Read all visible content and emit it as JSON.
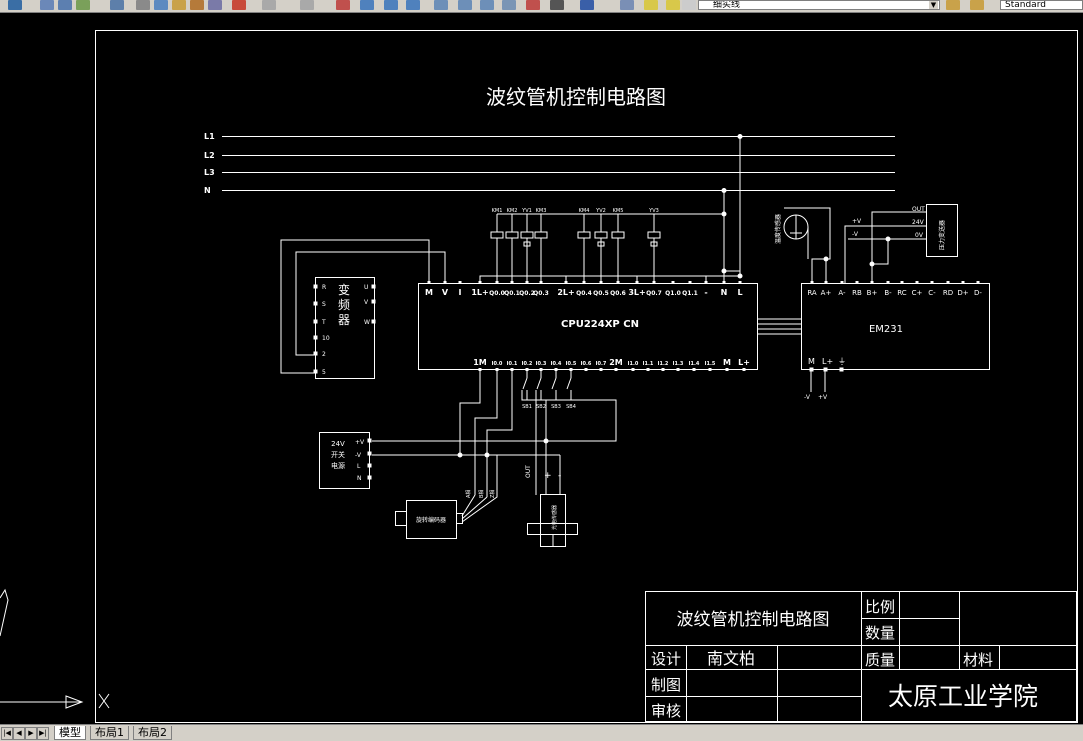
{
  "toolbar": {
    "layer_value": "细实线",
    "style_value": "Standard"
  },
  "drawing": {
    "title": "波纹管机控制电路图",
    "bus_labels": [
      "L1",
      "L2",
      "L3",
      "N"
    ],
    "vfd": {
      "name_chars": [
        "变",
        "频",
        "器"
      ],
      "left_terms": [
        "R",
        "S",
        "T",
        "10",
        "2",
        "5"
      ],
      "right_terms": [
        "U",
        "V",
        "W"
      ]
    },
    "plc": {
      "name": "CPU224XP CN",
      "top_pins": [
        "M",
        "V",
        "I",
        "1L+",
        "Q0.0",
        "Q0.1",
        "Q0.2",
        "Q0.3",
        "2L+",
        "Q0.4",
        "Q0.5",
        "Q0.6",
        "3L+",
        "Q0.7",
        "Q1.0",
        "Q1.1",
        "-",
        "N",
        "L"
      ],
      "bottom_pins": [
        "1M",
        "I0.0",
        "I0.1",
        "I0.2",
        "I0.3",
        "I0.4",
        "I0.5",
        "I0.6",
        "I0.7",
        "2M",
        "I1.0",
        "I1.1",
        "I1.2",
        "I1.3",
        "I1.4",
        "I1.5",
        "M",
        "L+"
      ]
    },
    "output_loads": [
      "KM1",
      "KM2",
      "YV1",
      "KM3",
      "KM4",
      "YV2",
      "KM5",
      "YV3"
    ],
    "em231": {
      "name": "EM231",
      "top_pins": [
        "RA",
        "A+",
        "A-",
        "RB",
        "B+",
        "B-",
        "RC",
        "C+",
        "C-",
        "RD",
        "D+",
        "D-"
      ],
      "bottom_pins": [
        "M",
        "L+",
        "⏚"
      ],
      "bottom_labels": [
        "-V",
        "+V"
      ]
    },
    "sensor_left": "温度传感器",
    "sensor_right": "压力变送器",
    "sensor_right_pins": [
      "OUT",
      "24V",
      "0V"
    ],
    "em_side_labels": [
      "+V",
      "-V"
    ],
    "switches": [
      "SB1",
      "SB2",
      "SB3",
      "SB4"
    ],
    "psu": {
      "lines": [
        "24V",
        "开关",
        "电源"
      ],
      "terms": [
        "+V",
        "-V",
        "L",
        "N"
      ]
    },
    "encoder_label": "旋转编码器",
    "encoder_wires": [
      "A相",
      "B相",
      "Z相"
    ],
    "sensor_bottom_label": "光电传感器",
    "sensor_bottom_pins": [
      "OUT",
      "+",
      "-"
    ]
  },
  "title_block": {
    "drawing_name": "波纹管机控制电路图",
    "scale_label": "比例",
    "quantity_label": "数量",
    "design_label": "设计",
    "designer": "南文柏",
    "mass_label": "质量",
    "material_label": "材料",
    "draw_label": "制图",
    "check_label": "审核",
    "school": "太原工业学院"
  },
  "tabs": {
    "model": "模型",
    "layout1": "布局1",
    "layout2": "布局2"
  }
}
